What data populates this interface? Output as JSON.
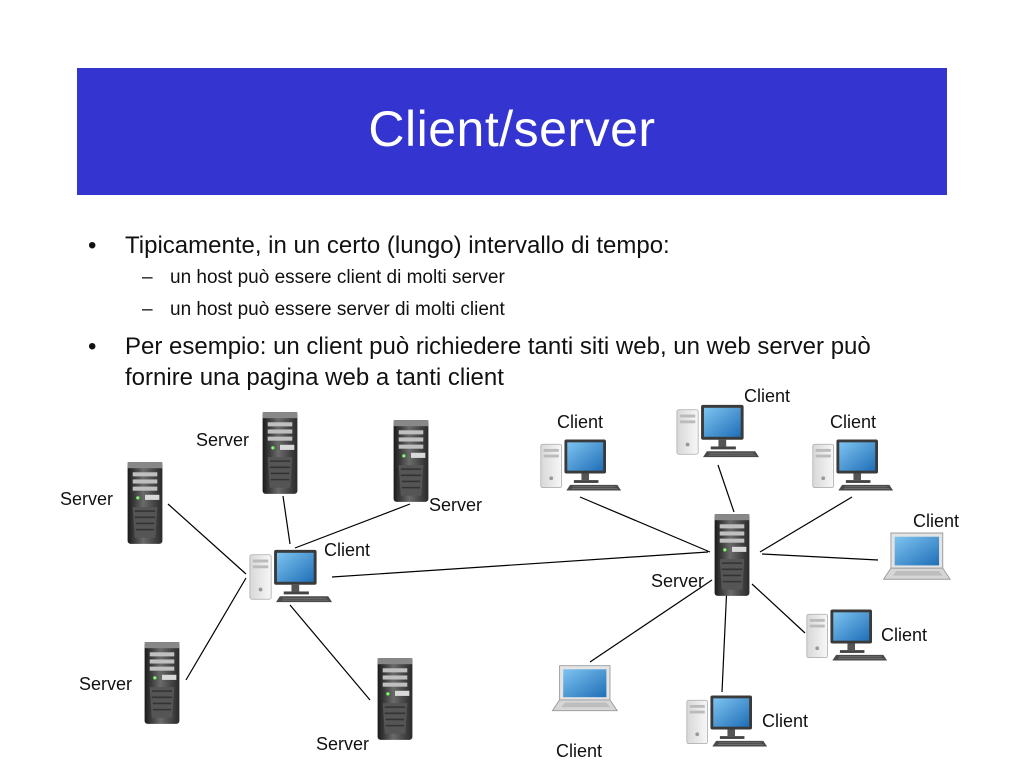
{
  "slide": {
    "title": "Client/server",
    "bullets": [
      {
        "marker": "•",
        "text": "Tipicamente, in un certo (lungo) intervallo di tempo:",
        "sub": [
          {
            "marker": "–",
            "text": "un host può essere client di molti server"
          },
          {
            "marker": "–",
            "text": "un host può essere server di molti client"
          }
        ]
      },
      {
        "marker": "•",
        "text_line1": "Per esempio: un client può richiedere tanti siti web, un web server può",
        "text_line2": "fornire una pagina web a tanti client"
      }
    ]
  },
  "diagram": {
    "left_cluster": {
      "center_label": "Client",
      "server_labels": [
        "Server",
        "Server",
        "Server",
        "Server",
        "Server"
      ]
    },
    "right_cluster": {
      "center_label": "Server",
      "client_labels": [
        "Client",
        "Client",
        "Client",
        "Client",
        "Client",
        "Client",
        "Client"
      ]
    },
    "icons": {
      "server": "server-tower-icon",
      "desktop": "desktop-computer-icon",
      "laptop": "laptop-icon"
    },
    "colors": {
      "banner": "#3434d0",
      "line": "#000000"
    }
  }
}
